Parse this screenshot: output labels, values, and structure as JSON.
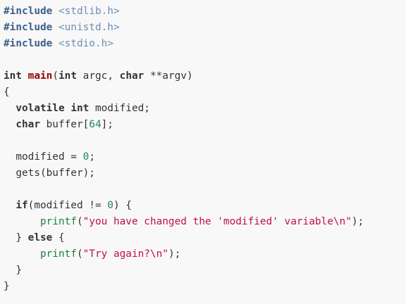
{
  "code": {
    "lines": [
      {
        "tokens": [
          {
            "t": "preproc",
            "v": "#include"
          },
          {
            "t": "plain",
            "v": " "
          },
          {
            "t": "header",
            "v": "<stdlib.h>"
          }
        ]
      },
      {
        "tokens": [
          {
            "t": "preproc",
            "v": "#include"
          },
          {
            "t": "plain",
            "v": " "
          },
          {
            "t": "header",
            "v": "<unistd.h>"
          }
        ]
      },
      {
        "tokens": [
          {
            "t": "preproc",
            "v": "#include"
          },
          {
            "t": "plain",
            "v": " "
          },
          {
            "t": "header",
            "v": "<stdio.h>"
          }
        ]
      },
      {
        "tokens": []
      },
      {
        "tokens": [
          {
            "t": "kw",
            "v": "int"
          },
          {
            "t": "plain",
            "v": " "
          },
          {
            "t": "fn-def",
            "v": "main"
          },
          {
            "t": "plain",
            "v": "("
          },
          {
            "t": "kw",
            "v": "int"
          },
          {
            "t": "plain",
            "v": " argc, "
          },
          {
            "t": "kw",
            "v": "char"
          },
          {
            "t": "plain",
            "v": " **argv)"
          }
        ]
      },
      {
        "tokens": [
          {
            "t": "plain",
            "v": "{"
          }
        ]
      },
      {
        "tokens": [
          {
            "t": "plain",
            "v": "  "
          },
          {
            "t": "kw",
            "v": "volatile"
          },
          {
            "t": "plain",
            "v": " "
          },
          {
            "t": "kw",
            "v": "int"
          },
          {
            "t": "plain",
            "v": " modified;"
          }
        ]
      },
      {
        "tokens": [
          {
            "t": "plain",
            "v": "  "
          },
          {
            "t": "kw",
            "v": "char"
          },
          {
            "t": "plain",
            "v": " buffer["
          },
          {
            "t": "num",
            "v": "64"
          },
          {
            "t": "plain",
            "v": "];"
          }
        ]
      },
      {
        "tokens": []
      },
      {
        "tokens": [
          {
            "t": "plain",
            "v": "  modified = "
          },
          {
            "t": "num",
            "v": "0"
          },
          {
            "t": "plain",
            "v": ";"
          }
        ]
      },
      {
        "tokens": [
          {
            "t": "plain",
            "v": "  gets(buffer);"
          }
        ]
      },
      {
        "tokens": []
      },
      {
        "tokens": [
          {
            "t": "plain",
            "v": "  "
          },
          {
            "t": "kw",
            "v": "if"
          },
          {
            "t": "plain",
            "v": "(modified != "
          },
          {
            "t": "num",
            "v": "0"
          },
          {
            "t": "plain",
            "v": ") {"
          }
        ]
      },
      {
        "tokens": [
          {
            "t": "plain",
            "v": "      "
          },
          {
            "t": "fn",
            "v": "printf"
          },
          {
            "t": "plain",
            "v": "("
          },
          {
            "t": "str",
            "v": "\"you have changed the 'modified' variable\\n\""
          },
          {
            "t": "plain",
            "v": ");"
          }
        ]
      },
      {
        "tokens": [
          {
            "t": "plain",
            "v": "  } "
          },
          {
            "t": "kw",
            "v": "else"
          },
          {
            "t": "plain",
            "v": " {"
          }
        ]
      },
      {
        "tokens": [
          {
            "t": "plain",
            "v": "      "
          },
          {
            "t": "fn",
            "v": "printf"
          },
          {
            "t": "plain",
            "v": "("
          },
          {
            "t": "str",
            "v": "\"Try again?\\n\""
          },
          {
            "t": "plain",
            "v": ");"
          }
        ]
      },
      {
        "tokens": [
          {
            "t": "plain",
            "v": "  }"
          }
        ]
      },
      {
        "tokens": [
          {
            "t": "plain",
            "v": "}"
          }
        ]
      }
    ]
  },
  "colors": {
    "background": "#f8f8f8",
    "preprocessor": "#3a5f8a",
    "header": "#6a8fb5",
    "keyword": "#333333",
    "function_def": "#990000",
    "function_call": "#208040",
    "string": "#c0104a",
    "number": "#208070"
  }
}
